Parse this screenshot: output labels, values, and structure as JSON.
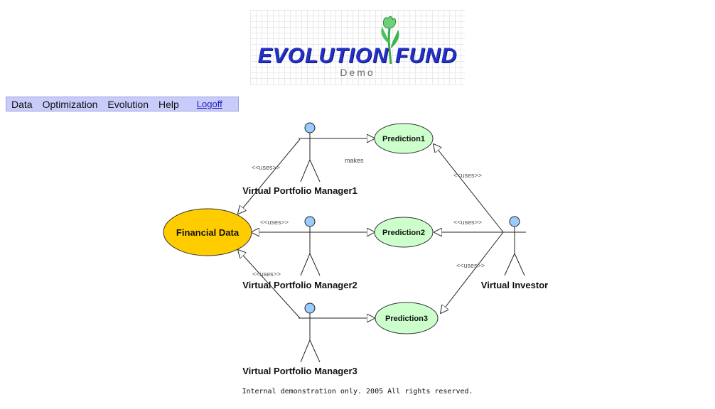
{
  "logo": {
    "title": "EVOLUTION FUND",
    "subtitle": "Demo"
  },
  "menu": {
    "items": [
      "Data",
      "Optimization",
      "Evolution",
      "Help"
    ],
    "logoff": "Logoff"
  },
  "diagram": {
    "use_cases": {
      "financial_data": "Financial Data",
      "prediction1": "Prediction1",
      "prediction2": "Prediction2",
      "prediction3": "Prediction3"
    },
    "actors": {
      "vpm1": "Virtual Portfolio Manager1",
      "vpm2": "Virtual Portfolio Manager2",
      "vpm3": "Virtual Portfolio Manager3",
      "investor": "Virtual Investor"
    },
    "labels": {
      "uses": "<<uses>>",
      "makes": "makes"
    },
    "colors": {
      "financial_data_fill": "#ffcc00",
      "prediction_fill": "#ccffcc",
      "actor_head": "#99ccff"
    }
  },
  "footer": "Internal demonstration only. 2005 All rights reserved."
}
